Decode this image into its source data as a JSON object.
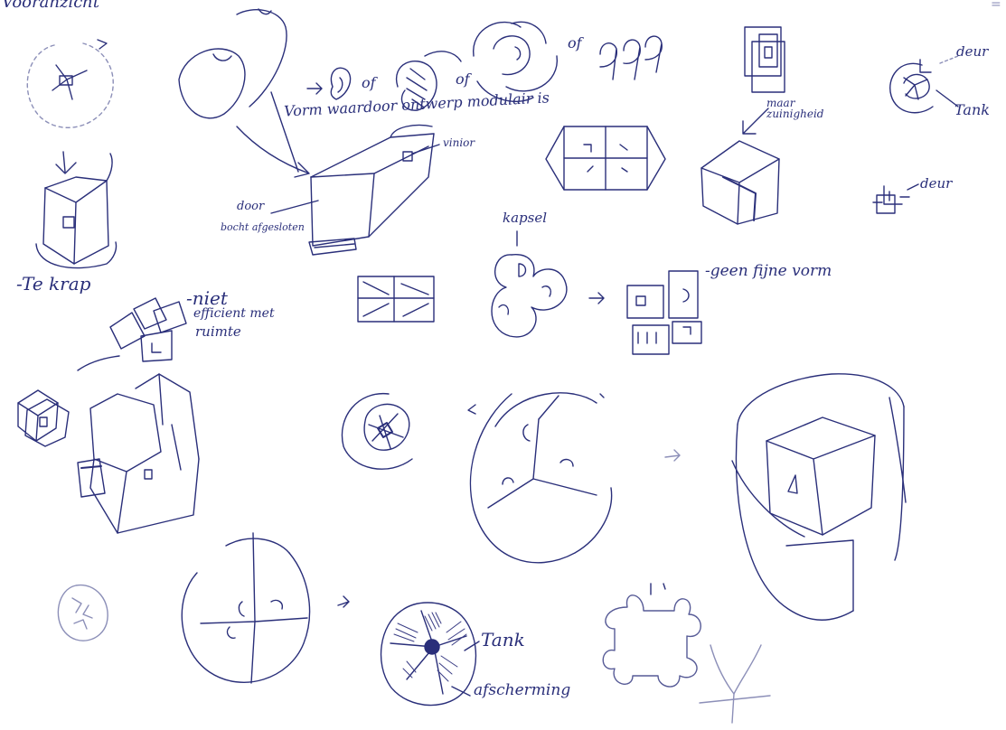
{
  "sheet": {
    "colors": {
      "paper": "#ffffff",
      "ink": "#2a2f7a",
      "ink_light": "#8c8fb8",
      "hatch": "#3a3d85"
    },
    "notes": {
      "corner_title": "Vooranzicht",
      "corner_mark": "=",
      "or_1": "of",
      "or_2": "of",
      "or_3": "of",
      "vorm": "Vorm waardoor ontwerp modulair is",
      "vinior": "vinior",
      "maar": "maar",
      "zuinigheid": "zuinigheid",
      "deur_1": "deur",
      "tank_1": "Tank",
      "deur_2": "deur",
      "door": "door",
      "bocht": "bocht afgesloten",
      "kapsel": "kapsel",
      "te_krap": "-Te krap",
      "niet": "-niet",
      "efficient": "efficient met",
      "ruimte": "ruimte",
      "geen_vorm": "-geen fijne vorm",
      "tank_2": "Tank",
      "afscherming": "afscherming"
    }
  }
}
